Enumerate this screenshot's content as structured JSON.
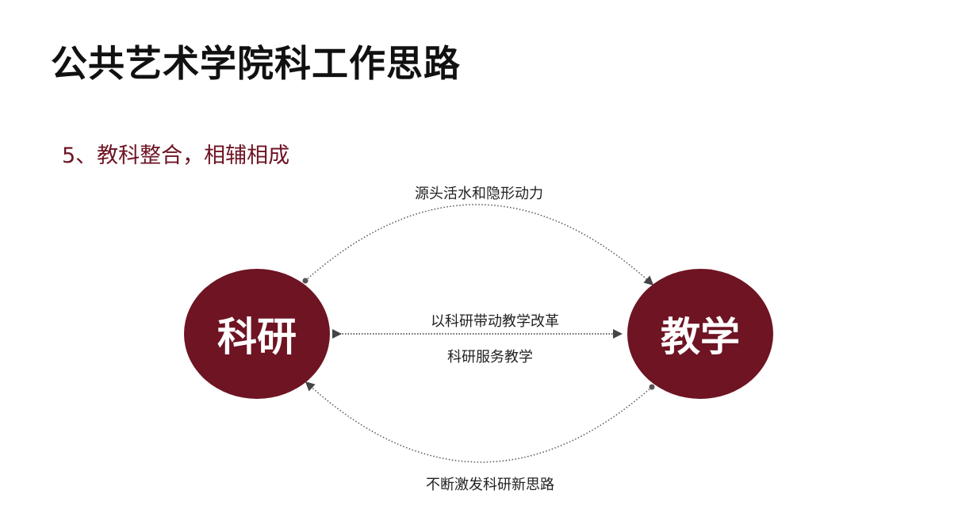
{
  "title": "公共艺术学院科工作思路",
  "subtitle": "5、教科整合，相辅相成",
  "nodes": {
    "left": "科研",
    "right": "教学"
  },
  "labels": {
    "top_arc": "源头活水和隐形动力",
    "middle_top": "以科研带动教学改革",
    "middle_bottom": "科研服务教学",
    "bottom_arc": "不断激发科研新思路"
  },
  "colors": {
    "accent": "#6e1423"
  }
}
